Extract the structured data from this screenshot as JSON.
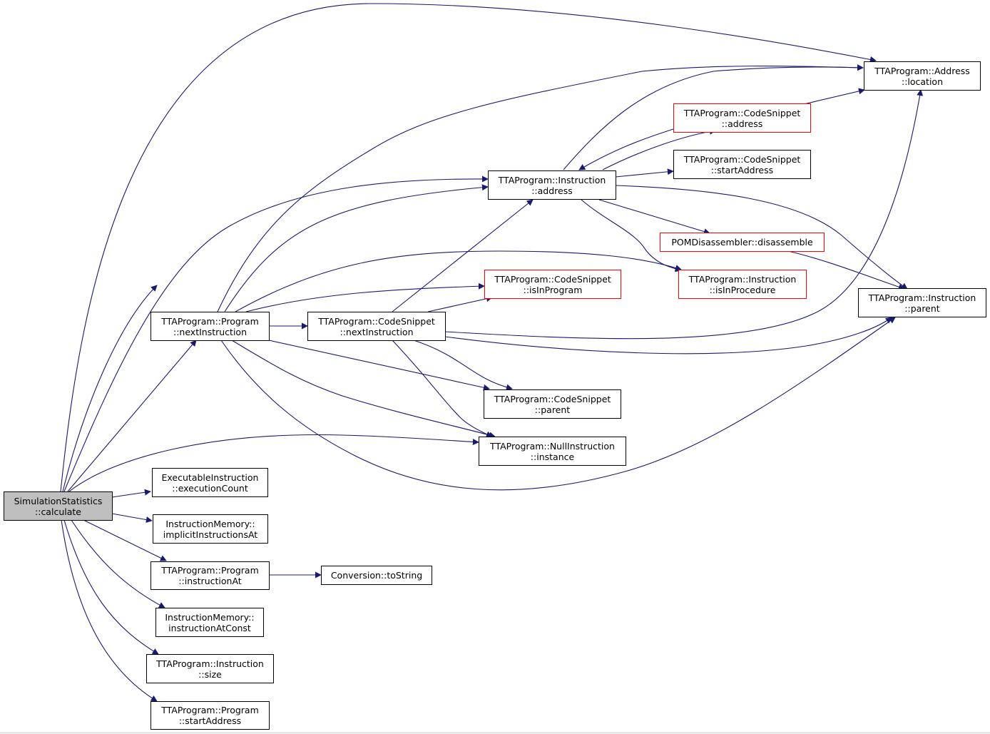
{
  "graph": {
    "edge_color": "#191970",
    "nodes": {
      "calculate": {
        "line1": "SimulationStatistics",
        "line2": "::calculate",
        "style": "root"
      },
      "progNextInstr": {
        "line1": "TTAProgram::Program",
        "line2": "::nextInstruction"
      },
      "execCount": {
        "line1": "ExecutableInstruction",
        "line2": "::executionCount"
      },
      "implicitInstr": {
        "line1": "InstructionMemory::",
        "line2": "implicitInstructionsAt"
      },
      "progInstrAt": {
        "line1": "TTAProgram::Program",
        "line2": "::instructionAt"
      },
      "instrAtConst": {
        "line1": "InstructionMemory::",
        "line2": "instructionAtConst"
      },
      "instrSize": {
        "line1": "TTAProgram::Instruction",
        "line2": "::size"
      },
      "progStartAddr": {
        "line1": "TTAProgram::Program",
        "line2": "::startAddress"
      },
      "csNextInstr": {
        "line1": "TTAProgram::CodeSnippet",
        "line2": "::nextInstruction"
      },
      "convToString": {
        "line1": "Conversion::toString",
        "line2": ""
      },
      "instrAddress": {
        "line1": "TTAProgram::Instruction",
        "line2": "::address"
      },
      "csIsInProgram": {
        "line1": "TTAProgram::CodeSnippet",
        "line2": "::isInProgram",
        "style": "red"
      },
      "csParent": {
        "line1": "TTAProgram::CodeSnippet",
        "line2": "::parent"
      },
      "nullInstance": {
        "line1": "TTAProgram::NullInstruction",
        "line2": "::instance"
      },
      "csAddress": {
        "line1": "TTAProgram::CodeSnippet",
        "line2": "::address",
        "style": "red"
      },
      "csStartAddress": {
        "line1": "TTAProgram::CodeSnippet",
        "line2": "::startAddress"
      },
      "pomDisassemble": {
        "line1": "POMDisassembler::disassemble",
        "line2": "",
        "style": "red"
      },
      "instrIsInProc": {
        "line1": "TTAProgram::Instruction",
        "line2": "::isInProcedure",
        "style": "red"
      },
      "addrLocation": {
        "line1": "TTAProgram::Address",
        "line2": "::location"
      },
      "instrParent": {
        "line1": "TTAProgram::Instruction",
        "line2": "::parent"
      }
    }
  }
}
